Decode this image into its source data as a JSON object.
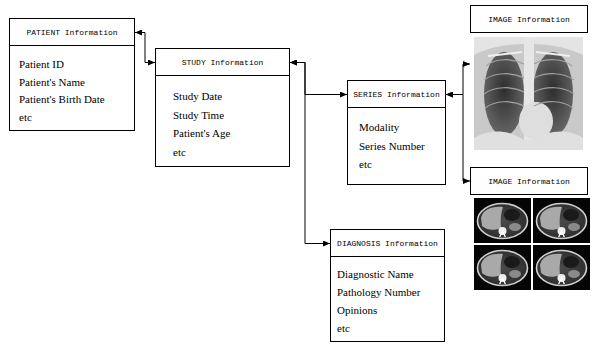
{
  "diagram": {
    "nodes": [
      {
        "text": [
          "PATIENT Information",
          "Patient ID",
          "Patient's Name",
          "Patient's Birth Date",
          "etc"
        ]
      },
      {
        "text": [
          "STUDY Information",
          "Study Date",
          "Study Time",
          "Patient's Age",
          "etc"
        ]
      },
      {
        "text": [
          "SERIES Information",
          "Modality",
          "Series Number",
          "etc"
        ]
      },
      {
        "text": [
          "DIAGNOSIS Information",
          "Diagnostic Name",
          "Pathology Number",
          "Opinions",
          "etc"
        ]
      },
      {
        "text": [
          "IMAGE Information"
        ]
      },
      {
        "text": [
          "IMAGE Information"
        ]
      }
    ],
    "edges": [
      {
        "from": 0,
        "to": 1,
        "arrow": "both"
      },
      {
        "from": 1,
        "to": 2,
        "arrow": "both"
      },
      {
        "from": 1,
        "to": 3,
        "arrow": "both"
      },
      {
        "from": 2,
        "to": 4,
        "arrow": "both"
      },
      {
        "from": 2,
        "to": 5,
        "arrow": "both"
      }
    ]
  }
}
